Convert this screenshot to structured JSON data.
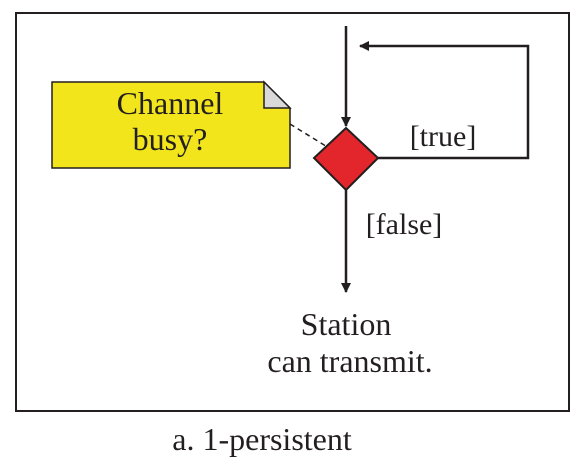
{
  "note": {
    "line1": "Channel",
    "line2": "busy?",
    "fill_color": "#f2e51b"
  },
  "decision": {
    "true_label": "[true]",
    "false_label": "[false]",
    "fill_color": "#e3262b"
  },
  "result": {
    "line1": "Station",
    "line2": "can transmit."
  },
  "caption": "a. 1-persistent"
}
